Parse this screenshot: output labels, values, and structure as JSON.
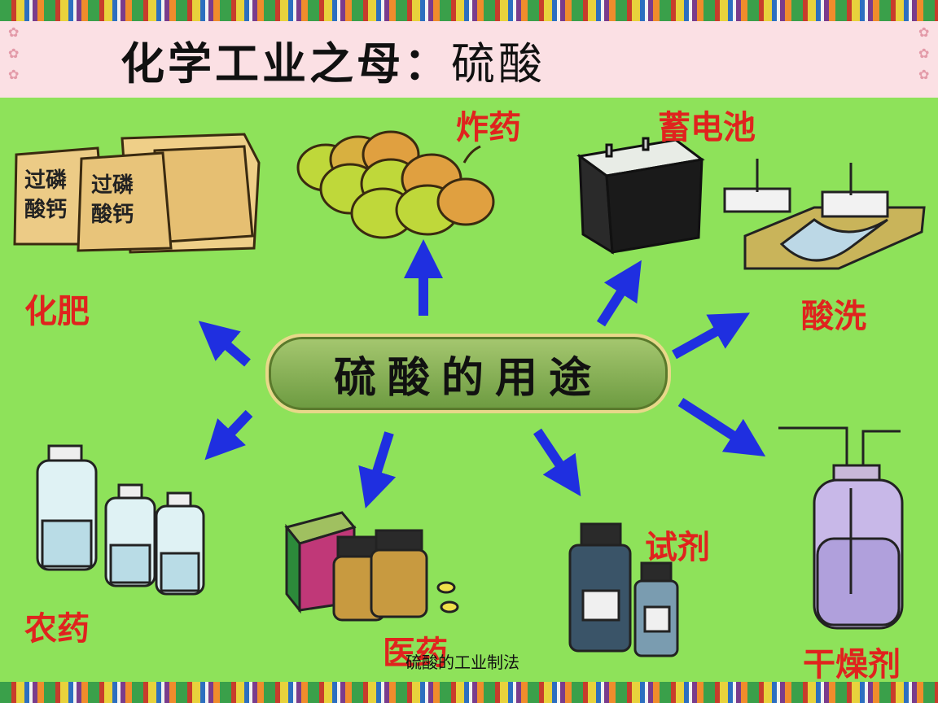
{
  "slide": {
    "title_main": "化学工业之母：",
    "title_sub": "硫酸",
    "center_label": "硫酸的用途",
    "uses": {
      "fertilizer": "化肥",
      "explosive": "炸药",
      "battery": "蓄电池",
      "pickling": "酸洗",
      "pesticide": "农药",
      "medicine": "医药",
      "reagent": "试剂",
      "desiccant": "干燥剂"
    },
    "bag_text": "过磷酸钙",
    "footer": "硫酸的工业制法"
  },
  "colors": {
    "panel": "#8ee25a",
    "label": "#e0231e",
    "arrow": "#1f2fe0",
    "title_band": "#fbe0e4"
  }
}
